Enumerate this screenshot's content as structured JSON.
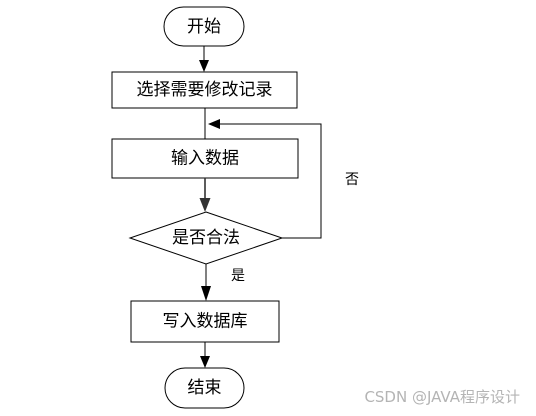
{
  "flowchart": {
    "nodes": {
      "start": "开始",
      "select_record": "选择需要修改记录",
      "input_data": "输入数据",
      "is_valid": "是否合法",
      "write_db": "写入数据库",
      "end": "结束"
    },
    "edge_labels": {
      "no": "否",
      "yes": "是"
    }
  },
  "watermark": "CSDN @JAVA程序设计"
}
